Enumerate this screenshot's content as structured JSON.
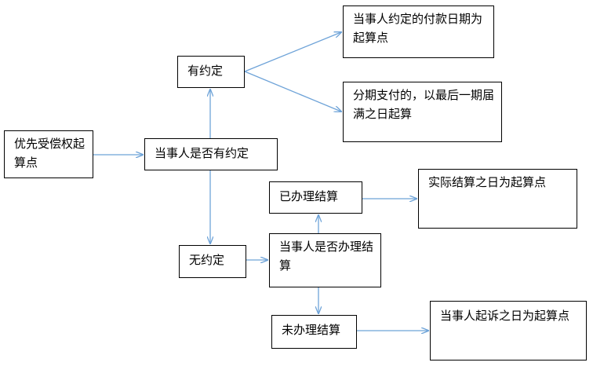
{
  "nodes": {
    "start": "优先受偿权起算点",
    "check": "当事人是否有约定",
    "yes": "有约定",
    "no": "无约定",
    "pay": "当事人约定的付款日期为起算点",
    "inst": "分期支付的，以最后一期届满之日起算",
    "settle": "当事人是否办理结算",
    "done": "已办理结算",
    "actual": "实际结算之日为起算点",
    "notdone": "未办理结算",
    "sue": "当事人起诉之日为起算点"
  },
  "colors": {
    "edge": "#6ea3d8",
    "border": "#000000"
  }
}
